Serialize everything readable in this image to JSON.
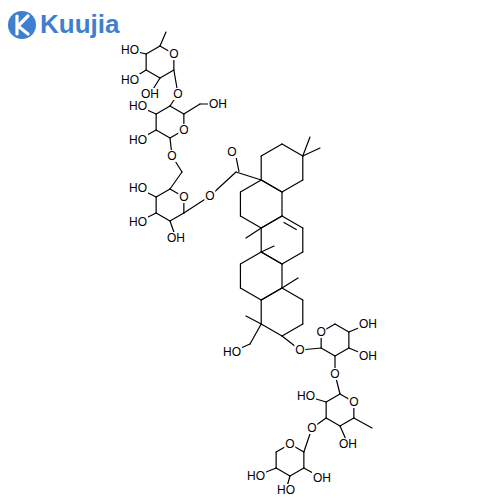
{
  "diagram": {
    "labels": [
      "Kuujia",
      "O",
      "HO",
      "HO",
      "OH",
      "O",
      "O",
      "OH",
      "HO",
      "HO",
      "O",
      "O",
      "HO",
      "HO",
      "OH",
      "O",
      "O",
      "HO",
      "O",
      "O",
      "OH",
      "OH",
      "O",
      "O",
      "HO",
      "OH",
      "O",
      "O",
      "HO",
      "HO",
      "OH"
    ]
  }
}
